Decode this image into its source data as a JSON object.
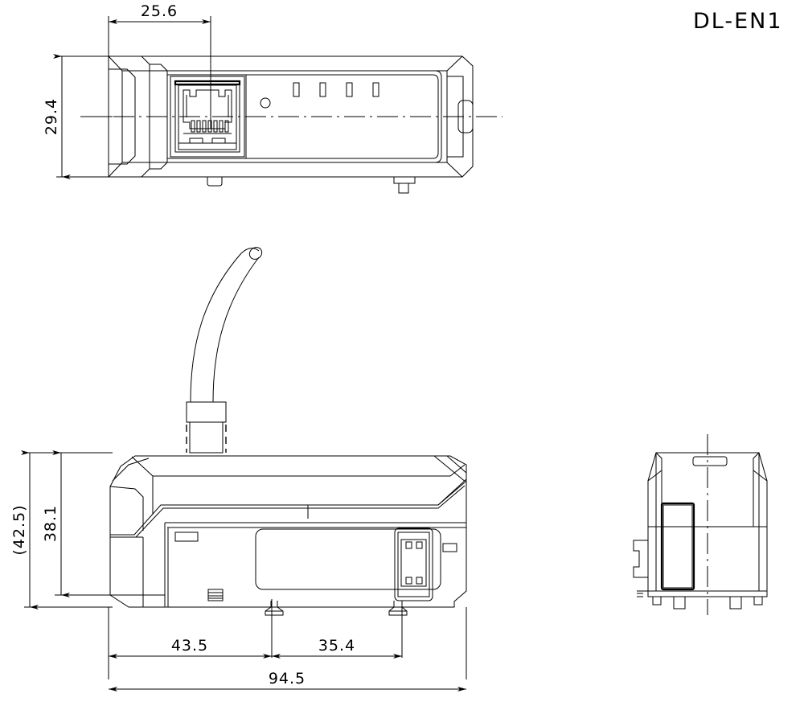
{
  "drawing": {
    "title": "DL-EN1",
    "units_note": "",
    "background_color": "#ffffff",
    "line_color": "#000000"
  },
  "views": {
    "top": {
      "name": "top-view",
      "features": [
        "rj45-jack-port",
        "status-indicator-circle",
        "led-indicator-1",
        "led-indicator-2",
        "led-indicator-3",
        "led-indicator-4",
        "right-side-tab",
        "bottom-clip-left",
        "bottom-clip-right"
      ],
      "led_count": 4
    },
    "side": {
      "name": "side-view",
      "features": [
        "cable-exit",
        "cable-bend",
        "cable-gland",
        "housing-profile",
        "rj45-connector-side",
        "label-recess",
        "din-rail-foot",
        "vent-rib"
      ]
    },
    "end": {
      "name": "end-view",
      "features": [
        "housing-outline",
        "top-slot",
        "connector-block",
        "mount-feet",
        "vertical-centerline"
      ]
    }
  },
  "dimensions": {
    "top_width": {
      "label": "25.6",
      "orientation": "horizontal",
      "view": "top-view"
    },
    "top_height": {
      "label": "29.4",
      "orientation": "vertical",
      "view": "top-view"
    },
    "side_height_overall": {
      "label": "(42.5)",
      "orientation": "vertical",
      "view": "side-view"
    },
    "side_height_body": {
      "label": "38.1",
      "orientation": "vertical",
      "view": "side-view"
    },
    "side_length_left": {
      "label": "43.5",
      "orientation": "horizontal",
      "view": "side-view"
    },
    "side_length_right": {
      "label": "35.4",
      "orientation": "horizontal",
      "view": "side-view"
    },
    "side_length_overall": {
      "label": "94.5",
      "orientation": "horizontal",
      "view": "side-view"
    }
  }
}
